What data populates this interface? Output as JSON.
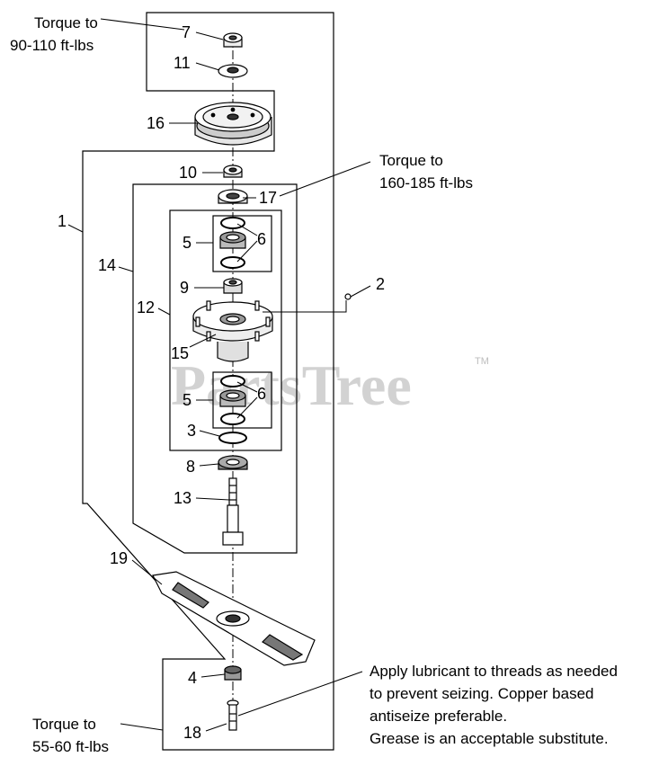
{
  "watermark": {
    "text": "PartsTree",
    "trademark": "TM"
  },
  "notes": {
    "torque_nut": [
      "Torque to",
      "90-110 ft-lbs"
    ],
    "torque_spindle": [
      "Torque to",
      "160-185 ft-lbs"
    ],
    "torque_bolt": [
      "Torque to",
      "55-60 ft-lbs"
    ],
    "lubricant": [
      "Apply lubricant to threads as needed",
      "to prevent seizing.  Copper based",
      "antiseize preferable.",
      "Grease is an acceptable substitute."
    ]
  },
  "callouts": {
    "c1": "1",
    "c2": "2",
    "c3": "3",
    "c4": "4",
    "c5a": "5",
    "c5b": "5",
    "c6a": "6",
    "c6b": "6",
    "c7": "7",
    "c8": "8",
    "c9": "9",
    "c10": "10",
    "c11": "11",
    "c12": "12",
    "c13": "13",
    "c14": "14",
    "c15": "15",
    "c16": "16",
    "c17": "17",
    "c18": "18",
    "c19": "19"
  }
}
